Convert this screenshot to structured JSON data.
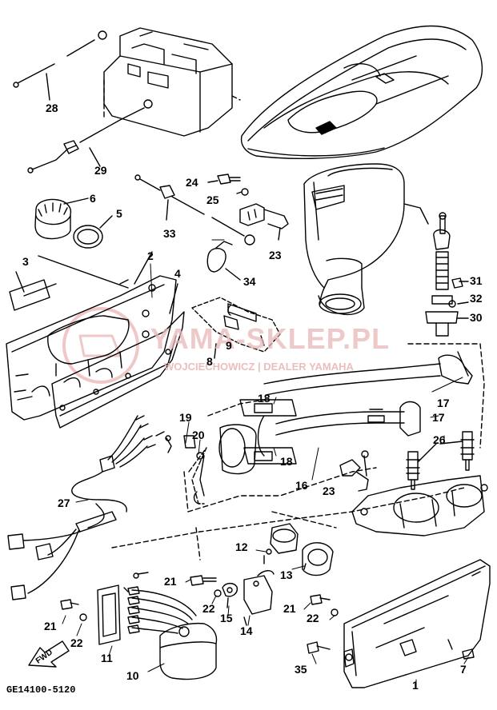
{
  "diagram": {
    "document_code": "GE14100-5120",
    "forward_marker": "FWD",
    "watermark": {
      "brand": "YAMA-SKLEP.PL",
      "dealer": "WOJCIECHOWICZ | DEALER YAMAHA"
    },
    "callouts": {
      "c28": "28",
      "c29": "29",
      "c24": "24",
      "c25": "25",
      "c6": "6",
      "c5": "5",
      "c33": "33",
      "c23a": "23",
      "c34": "34",
      "c3": "3",
      "c2": "2",
      "c4": "4",
      "c9": "9",
      "c8": "8",
      "c31": "31",
      "c32": "32",
      "c30": "30",
      "c17a": "17",
      "c17b": "17",
      "c18a": "18",
      "c18b": "18",
      "c19": "19",
      "c20": "20",
      "c26": "26",
      "c16": "16",
      "c23b": "23",
      "c27": "27",
      "c12": "12",
      "c13": "13",
      "c21a": "21",
      "c21b": "21",
      "c21c": "21",
      "c22a": "22",
      "c22b": "22",
      "c22c": "22",
      "c15": "15",
      "c14": "14",
      "c11": "11",
      "c10": "10",
      "c35": "35",
      "c7": "7",
      "c1": "1"
    }
  }
}
